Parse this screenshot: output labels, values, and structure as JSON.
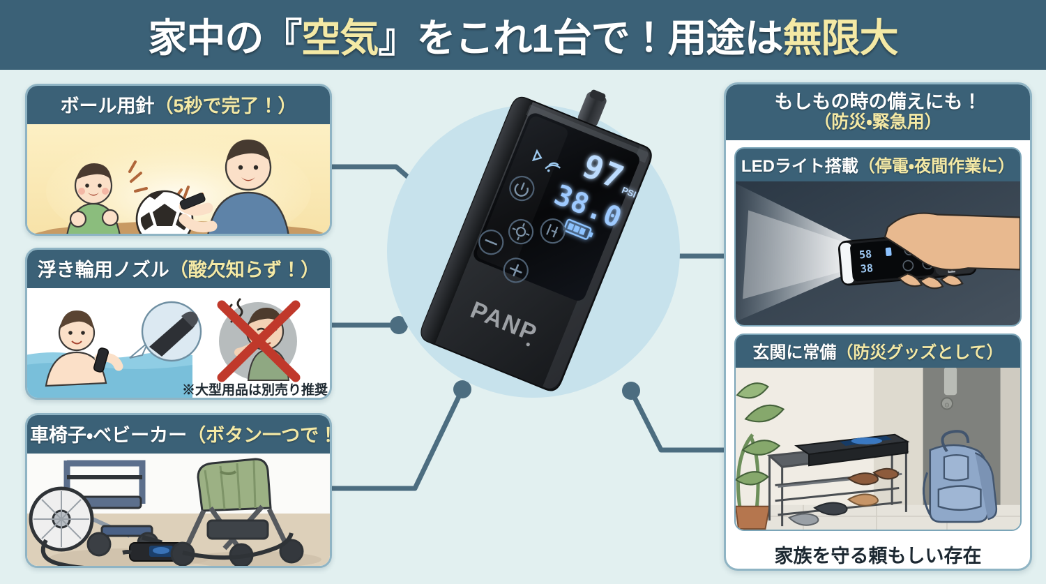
{
  "header": {
    "title_parts": [
      {
        "text": "家中の『",
        "highlight": false
      },
      {
        "text": "空気",
        "highlight": true
      },
      {
        "text": "』をこれ1台で！用途は",
        "highlight": false
      },
      {
        "text": "無限大",
        "highlight": true
      }
    ],
    "title_plain": "家中の『空気』をこれ1台で！用途は無限大",
    "bar_color": "#3b6177",
    "highlight_color": "#f4e9a5"
  },
  "left_cards": [
    {
      "id": "ball",
      "title_main": "ボール用針",
      "title_sub": "（5秒で完了！）",
      "scene_name": "father-and-son-inflating-soccer-ball"
    },
    {
      "id": "ring",
      "title_main": "浮き輪用ノズル",
      "title_sub": "（酸欠知らず！）",
      "scene_name": "man-inflating-swim-ring-in-pool",
      "note": "※大型用品は別売り推奨"
    },
    {
      "id": "chair",
      "title_main": "車椅子・ベビーカー",
      "title_sub": "（ボタン一つで！）",
      "scene_name": "wheelchair-and-stroller-tires"
    }
  ],
  "right_panel": {
    "title_main": "もしもの時の備えにも！",
    "title_sub": "（防災・緊急用）",
    "sub_cards": [
      {
        "id": "led",
        "title_main": "LEDライト搭載",
        "title_sub": "（停電・夜間作業に）",
        "scene_name": "hand-holding-device-with-led-beam"
      },
      {
        "id": "entrance",
        "title_main": "玄関に常備",
        "title_sub": "（防災グッズとして）",
        "scene_name": "entryway-shoe-rack-with-device"
      }
    ],
    "caption": "家族を守る頼もしい存在"
  },
  "device": {
    "brand": "PANP",
    "display": {
      "pressure_value": "97",
      "pressure_unit": "PSI",
      "target_value": "38.0",
      "battery_icon": "battery-full-icon"
    },
    "indicator_icons": [
      "bluetooth-icon",
      "wifi-icon"
    ],
    "buttons": [
      "power-icon",
      "preset-icon",
      "mode-icon",
      "minus-icon",
      "plus-icon"
    ]
  },
  "colors": {
    "page_background": "#e2f0f0",
    "accent_dark": "#3b6177",
    "accent_light": "#c7e2ec",
    "card_border": "#8fb4c4",
    "connector": "#4c6d80",
    "highlight_yellow": "#f4e9a5"
  },
  "connectors": {
    "count": 5,
    "node_names": [
      "connector-ball-card",
      "connector-ring-card",
      "connector-chair-card",
      "connector-led-card",
      "connector-entrance-card"
    ]
  }
}
